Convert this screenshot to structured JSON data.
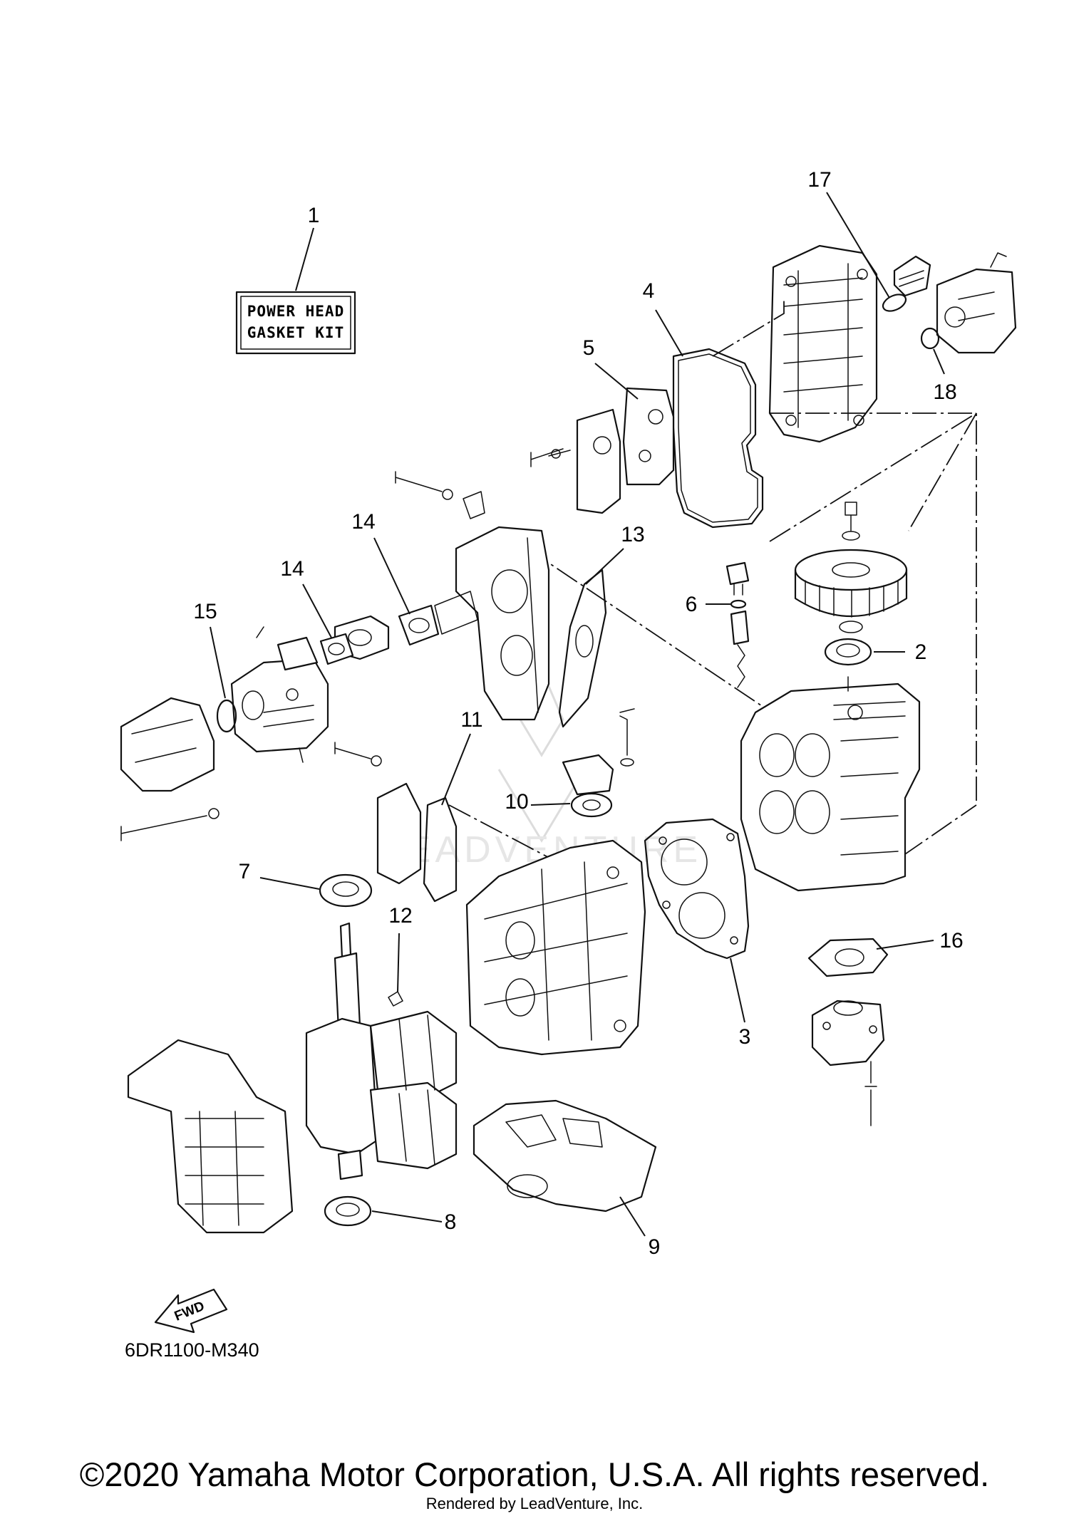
{
  "diagram": {
    "kit_label_line1": "POWER HEAD",
    "kit_label_line2": "GASKET KIT",
    "diagram_code": "6DR1100-M340",
    "fwd_label": "FWD",
    "watermark_text": "LEADVENTURE",
    "callouts": [
      "1",
      "2",
      "3",
      "4",
      "5",
      "6",
      "7",
      "8",
      "9",
      "10",
      "11",
      "12",
      "13",
      "14",
      "14",
      "15",
      "16",
      "17",
      "18"
    ]
  },
  "footer": {
    "copyright": "©2020 Yamaha Motor Corporation, U.S.A. All rights reserved.",
    "rendered_by": "Rendered by LeadVenture, Inc."
  }
}
